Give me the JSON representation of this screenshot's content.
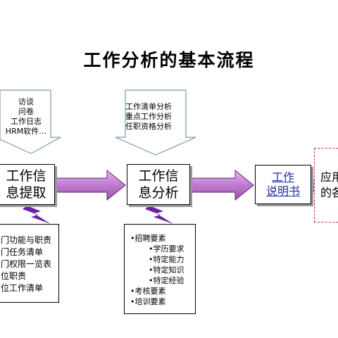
{
  "title": "工作分析的基本流程",
  "callouts": {
    "left": [
      "访谈",
      "问卷",
      "工作日志",
      "HRM软件…"
    ],
    "middle": [
      "工作清单分析",
      "重点工作分析",
      "任职资格分析"
    ]
  },
  "boxes": {
    "step1": "工作信\n息提取",
    "step2": "工作信\n息分析",
    "step3": "工作\n说明书",
    "step4": "应用\n的各"
  },
  "lists": {
    "left": [
      "门功能与职责",
      "门任务清单",
      "门权限一览表",
      "位职责",
      "位工作清单"
    ],
    "middle": [
      {
        "text": "招聘要素",
        "bullet": true,
        "indent": 0
      },
      {
        "text": "学历要求",
        "bullet": true,
        "indent": 1
      },
      {
        "text": "特定能力",
        "bullet": true,
        "indent": 1
      },
      {
        "text": "特定知识",
        "bullet": true,
        "indent": 1
      },
      {
        "text": "特定经验",
        "bullet": true,
        "indent": 1
      },
      {
        "text": "考核要素",
        "bullet": true,
        "indent": 0
      },
      {
        "text": "培训要素",
        "bullet": true,
        "indent": 0
      }
    ]
  },
  "colors": {
    "arrow_fill": "#c07ad0",
    "arrow_stroke": "#5a2a6a",
    "lightning": "#6b1fa8",
    "callout_stroke": "#7a9aaa",
    "manual_text": "#1f2fa0",
    "dashed_border": "#b03060"
  }
}
